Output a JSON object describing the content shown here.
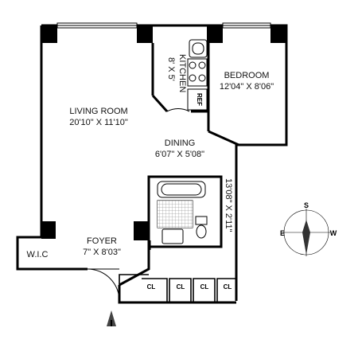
{
  "rooms": {
    "living_room": {
      "name": "LIVING ROOM",
      "dims": "20'10\" X 11'10\""
    },
    "kitchen": {
      "name": "KITCHEN",
      "dims": "8' X 5'"
    },
    "bedroom": {
      "name": "BEDROOM",
      "dims": "12'04\" X 8'06\""
    },
    "dining": {
      "name": "DINING",
      "dims": "6'07\" X 5'08\""
    },
    "hall_dims": "13'08\" X 2'11\"",
    "foyer": {
      "name": "FOYER",
      "dims": "7\" X 8'03\""
    },
    "wic": "W.I.C",
    "closets": [
      "CL",
      "CL",
      "CL",
      "CL"
    ],
    "appliance": "REF"
  },
  "compass": {
    "n": "S",
    "e": "E",
    "w": "W"
  }
}
